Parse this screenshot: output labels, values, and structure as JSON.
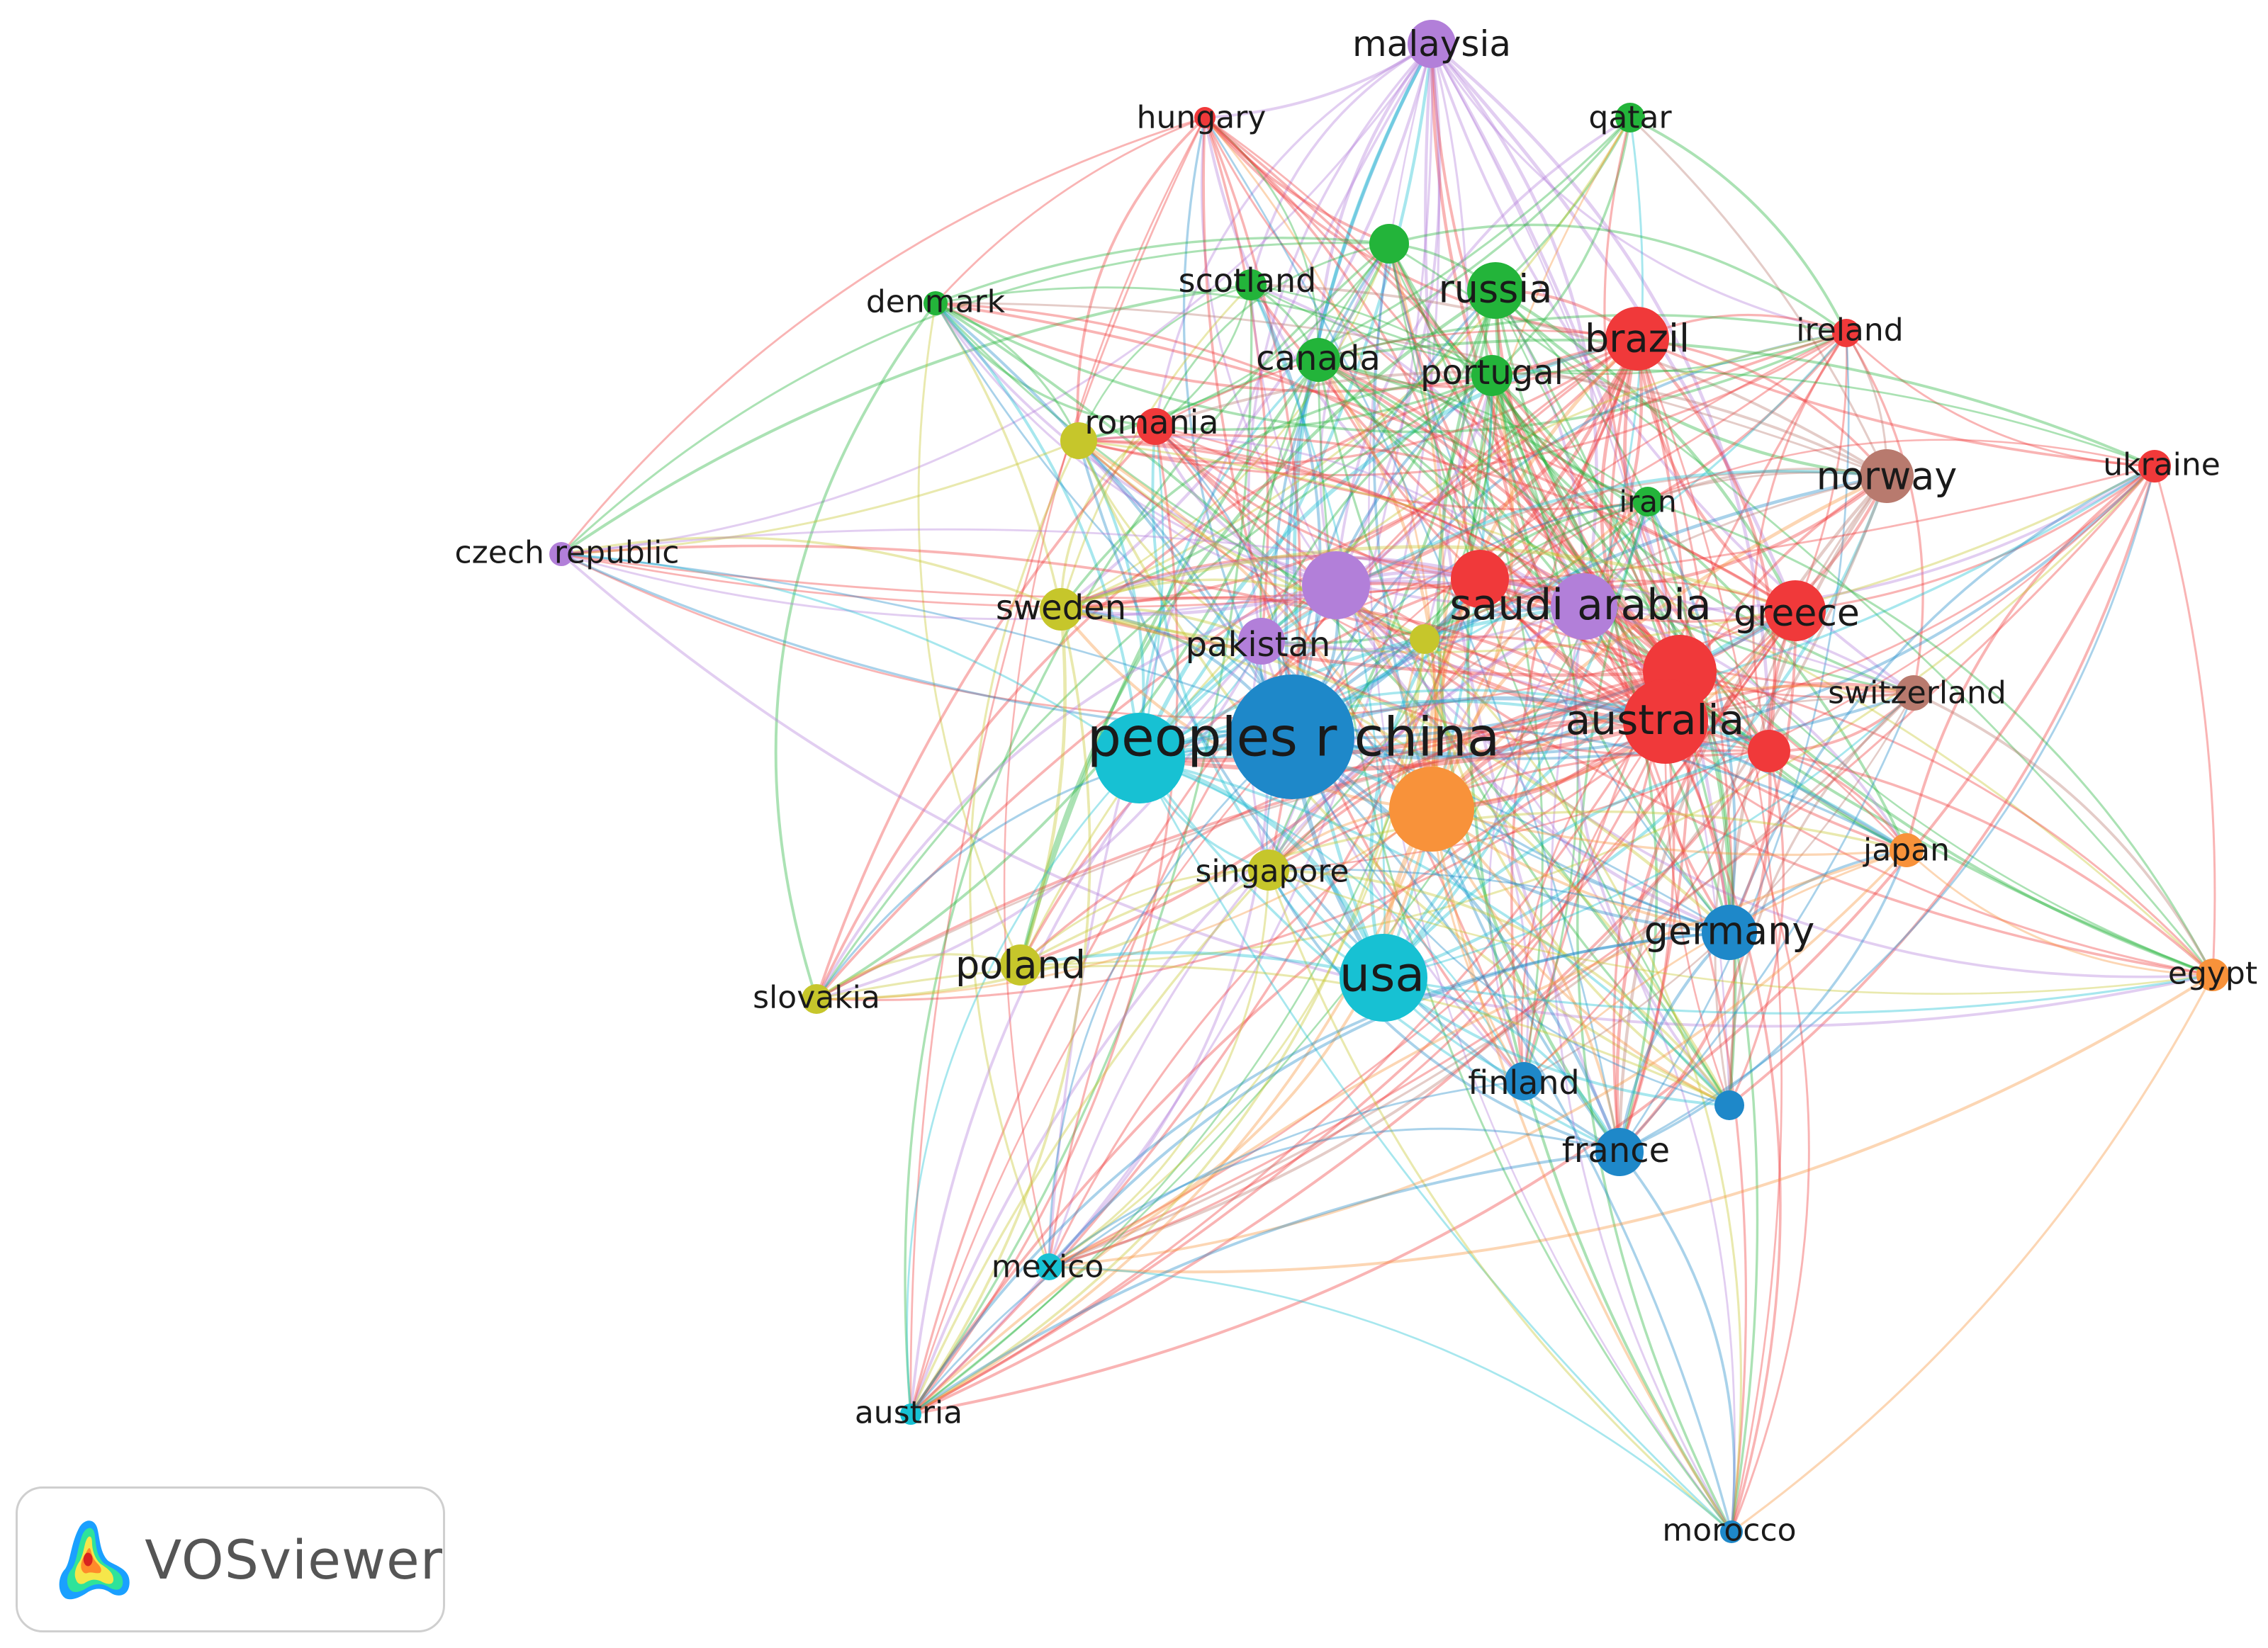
{
  "diagram": {
    "type": "co-authorship country network (VOSviewer)",
    "clusters": {
      "red": "#f0393a",
      "green": "#23b43a",
      "blue": "#1e88c9",
      "cyan": "#17c1d3",
      "yellow": "#c6c62b",
      "purple": "#b27fd9",
      "orange": "#f8923a",
      "brown": "#b87a6e"
    },
    "nodes": [
      {
        "label": "malaysia",
        "cluster": "purple",
        "size": 2
      },
      {
        "label": "hungary",
        "cluster": "red",
        "size": 1
      },
      {
        "label": "qatar",
        "cluster": "green",
        "size": 1
      },
      {
        "label": "",
        "cluster": "green",
        "size": 1
      },
      {
        "label": "scotland",
        "cluster": "green",
        "size": 1
      },
      {
        "label": "russia",
        "cluster": "green",
        "size": 2
      },
      {
        "label": "denmark",
        "cluster": "green",
        "size": 1
      },
      {
        "label": "brazil",
        "cluster": "red",
        "size": 3
      },
      {
        "label": "ireland",
        "cluster": "red",
        "size": 1
      },
      {
        "label": "canada",
        "cluster": "green",
        "size": 2
      },
      {
        "label": "portugal",
        "cluster": "green",
        "size": 2
      },
      {
        "label": "romania",
        "cluster": "red",
        "size": 1
      },
      {
        "label": "",
        "cluster": "yellow",
        "size": 1
      },
      {
        "label": "norway",
        "cluster": "brown",
        "size": 2
      },
      {
        "label": "ukraine",
        "cluster": "red",
        "size": 1
      },
      {
        "label": "iran",
        "cluster": "green",
        "size": 1
      },
      {
        "label": "czech republic",
        "cluster": "purple",
        "size": 1
      },
      {
        "label": "",
        "cluster": "purple",
        "size": 3
      },
      {
        "label": "",
        "cluster": "red",
        "size": 3
      },
      {
        "label": "saudi arabia",
        "cluster": "purple",
        "size": 3
      },
      {
        "label": "sweden",
        "cluster": "yellow",
        "size": 2
      },
      {
        "label": "greece",
        "cluster": "red",
        "size": 2
      },
      {
        "label": "pakistan",
        "cluster": "purple",
        "size": 1
      },
      {
        "label": "",
        "cluster": "yellow",
        "size": 1
      },
      {
        "label": "",
        "cluster": "red",
        "size": 4
      },
      {
        "label": "switzerland",
        "cluster": "brown",
        "size": 1
      },
      {
        "label": "australia",
        "cluster": "red",
        "size": 4
      },
      {
        "label": "peoples r china",
        "cluster": "blue",
        "size": 6
      },
      {
        "label": "",
        "cluster": "cyan",
        "size": 4
      },
      {
        "label": "",
        "cluster": "red",
        "size": 2
      },
      {
        "label": "",
        "cluster": "orange",
        "size": 4
      },
      {
        "label": "singapore",
        "cluster": "yellow",
        "size": 1
      },
      {
        "label": "japan",
        "cluster": "orange",
        "size": 1
      },
      {
        "label": "germany",
        "cluster": "blue",
        "size": 2
      },
      {
        "label": "poland",
        "cluster": "yellow",
        "size": 2
      },
      {
        "label": "usa",
        "cluster": "cyan",
        "size": 4
      },
      {
        "label": "egypt",
        "cluster": "orange",
        "size": 1
      },
      {
        "label": "slovakia",
        "cluster": "yellow",
        "size": 1
      },
      {
        "label": "finland",
        "cluster": "blue",
        "size": 1
      },
      {
        "label": "",
        "cluster": "blue",
        "size": 1
      },
      {
        "label": "france",
        "cluster": "blue",
        "size": 2
      },
      {
        "label": "mexico",
        "cluster": "cyan",
        "size": 1
      },
      {
        "label": "austria",
        "cluster": "cyan",
        "size": 1
      },
      {
        "label": "morocco",
        "cluster": "blue",
        "size": 1
      }
    ]
  },
  "badge": {
    "text": "VOSviewer",
    "logo_icon": "vosviewer-heatmap-logo-icon"
  }
}
